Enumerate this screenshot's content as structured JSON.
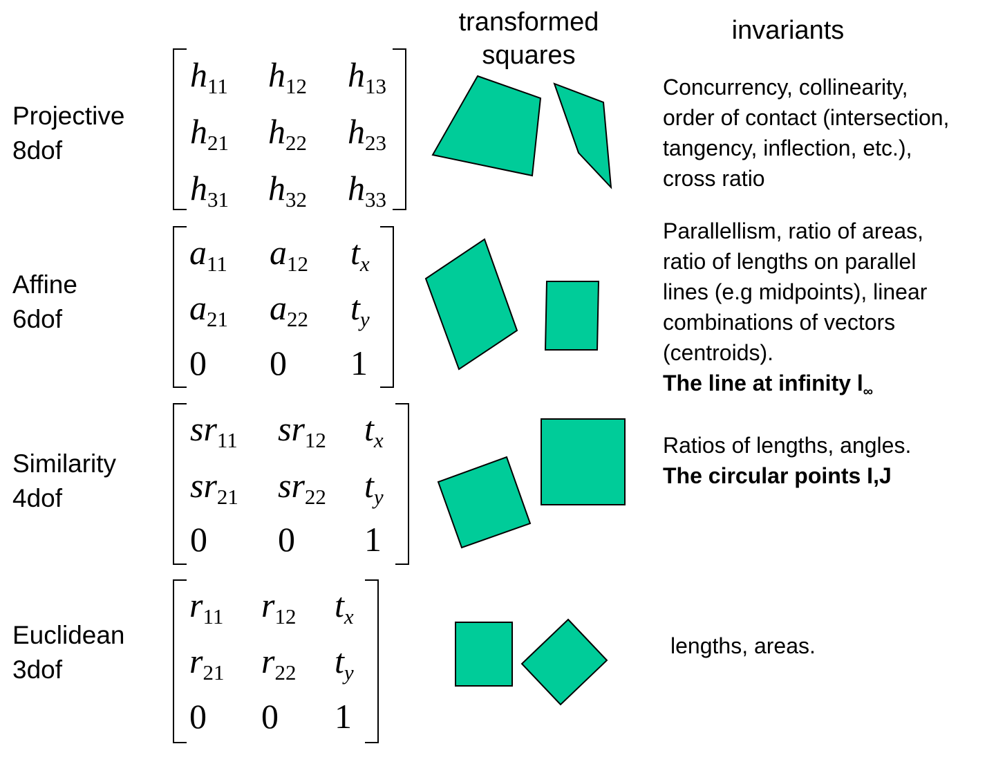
{
  "header": {
    "squares": "transformed squares",
    "invariants": "invariants"
  },
  "shape_fill": "#00CC99",
  "shape_stroke": "#000000",
  "rows": [
    {
      "name": "Projective",
      "dof": "8dof",
      "matrix": [
        [
          {
            "b": "h",
            "s": "11"
          },
          {
            "b": "h",
            "s": "12"
          },
          {
            "b": "h",
            "s": "13"
          }
        ],
        [
          {
            "b": "h",
            "s": "21"
          },
          {
            "b": "h",
            "s": "22"
          },
          {
            "b": "h",
            "s": "23"
          }
        ],
        [
          {
            "b": "h",
            "s": "31"
          },
          {
            "b": "h",
            "s": "32"
          },
          {
            "b": "h",
            "s": "33"
          }
        ]
      ],
      "invariants": [
        "Concurrency, collinearity,",
        "order of contact (intersection,",
        "tangency, inflection, etc.),",
        "cross ratio"
      ],
      "bold": ""
    },
    {
      "name": "Affine",
      "dof": "6dof",
      "matrix": [
        [
          {
            "b": "a",
            "s": "11"
          },
          {
            "b": "a",
            "s": "12"
          },
          {
            "b": "t",
            "s": "x"
          }
        ],
        [
          {
            "b": "a",
            "s": "21"
          },
          {
            "b": "a",
            "s": "22"
          },
          {
            "b": "t",
            "s": "y"
          }
        ],
        [
          {
            "b": "0",
            "s": ""
          },
          {
            "b": "0",
            "s": ""
          },
          {
            "b": "1",
            "s": ""
          }
        ]
      ],
      "invariants": [
        "Parallellism, ratio of areas,",
        "ratio of lengths on parallel",
        "lines (e.g midpoints), linear",
        "combinations of vectors",
        "(centroids)."
      ],
      "bold": "The line at infinity l",
      "bold_sub": "∞"
    },
    {
      "name": "Similarity",
      "dof": "4dof",
      "matrix": [
        [
          {
            "b": "sr",
            "s": "11"
          },
          {
            "b": "sr",
            "s": "12"
          },
          {
            "b": "t",
            "s": "x"
          }
        ],
        [
          {
            "b": "sr",
            "s": "21"
          },
          {
            "b": "sr",
            "s": "22"
          },
          {
            "b": "t",
            "s": "y"
          }
        ],
        [
          {
            "b": "0",
            "s": ""
          },
          {
            "b": "0",
            "s": ""
          },
          {
            "b": "1",
            "s": ""
          }
        ]
      ],
      "invariants": [
        "Ratios of lengths, angles."
      ],
      "bold": "The circular points I,J"
    },
    {
      "name": "Euclidean",
      "dof": "3dof",
      "matrix": [
        [
          {
            "b": "r",
            "s": "11"
          },
          {
            "b": "r",
            "s": "12"
          },
          {
            "b": "t",
            "s": "x"
          }
        ],
        [
          {
            "b": "r",
            "s": "21"
          },
          {
            "b": "r",
            "s": "22"
          },
          {
            "b": "t",
            "s": "y"
          }
        ],
        [
          {
            "b": "0",
            "s": ""
          },
          {
            "b": "0",
            "s": ""
          },
          {
            "b": "1",
            "s": ""
          }
        ]
      ],
      "invariants": [
        "lengths, areas."
      ],
      "bold": ""
    }
  ]
}
